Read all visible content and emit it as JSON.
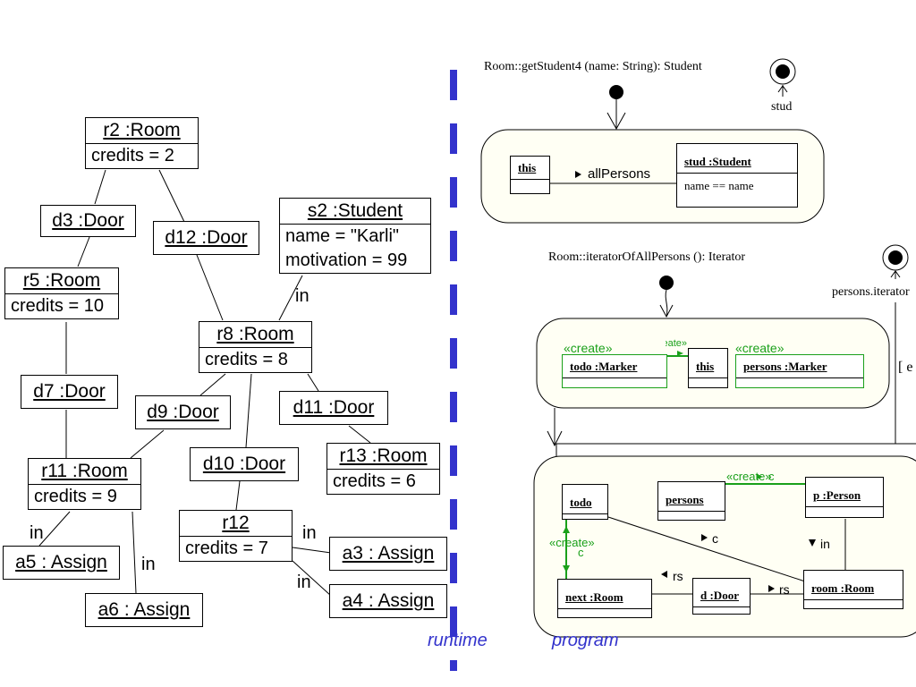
{
  "runtime": {
    "r2": {
      "title": "r2 :Room",
      "attrs": [
        "credits = 2"
      ]
    },
    "d3": {
      "title": "d3 :Door"
    },
    "d12": {
      "title": "d12 :Door"
    },
    "s2": {
      "title": "s2 :Student",
      "attrs": [
        "name = \"Karli\"",
        "motivation = 99"
      ]
    },
    "r5": {
      "title": "r5 :Room",
      "attrs": [
        "credits = 10"
      ]
    },
    "r8": {
      "title": "r8 :Room",
      "attrs": [
        "credits = 8"
      ]
    },
    "d7": {
      "title": "d7 :Door"
    },
    "d9": {
      "title": "d9 :Door"
    },
    "d11": {
      "title": "d11 :Door"
    },
    "r13": {
      "title": "r13 :Room",
      "attrs": [
        "credits = 6"
      ]
    },
    "d10": {
      "title": "d10 :Door"
    },
    "r11": {
      "title": "r11 :Room",
      "attrs": [
        "credits = 9"
      ]
    },
    "r12": {
      "title": "r12",
      "attrs": [
        "credits = 7"
      ]
    },
    "a3": {
      "title": "a3 : Assign"
    },
    "a4": {
      "title": "a4 : Assign"
    },
    "a5": {
      "title": "a5 : Assign"
    },
    "a6": {
      "title": "a6 : Assign"
    },
    "edge_in": "in"
  },
  "program": {
    "method1": {
      "signature": "Room::getStudent4 (name: String): Student",
      "return_label": "stud",
      "this_label": "this",
      "stud_label": "stud   :Student",
      "stud_attr": "name  ==  name",
      "edge": "allPersons"
    },
    "method2": {
      "signature": "Room::iteratorOfAllPersons (): Iterator",
      "return_label": "persons.iterator",
      "bracket": "[  e",
      "create1": "«create»",
      "create2": "«create»",
      "create_edge": "«create»",
      "todo_marker": "todo    :Marker",
      "this_label": "this",
      "persons_marker": "persons     :Marker",
      "todo": "todo",
      "persons": "persons",
      "p_person": "p :Person",
      "next_room": "next    :Room",
      "d_door": "d :Door",
      "room_room": "room    :Room",
      "create_c1": "«create»",
      "c1": "c",
      "create_c2": "«create»",
      "c2": "c",
      "edge_c": "c",
      "edge_in": "in",
      "edge_rs1": "rs",
      "edge_rs2": "rs"
    }
  },
  "footer": {
    "runtime": "runtime",
    "program": "program"
  },
  "colors": {
    "divider": "#3333cc",
    "create": "#1aa01a",
    "activity_fill": "#fffff4"
  }
}
